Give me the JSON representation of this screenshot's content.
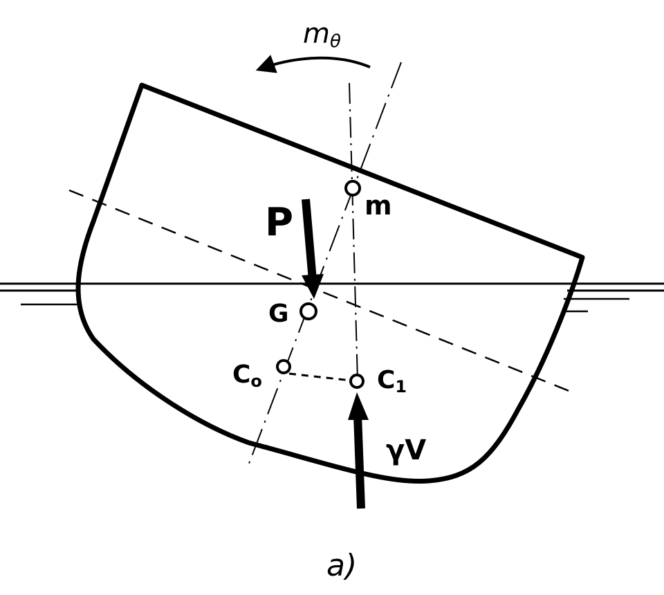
{
  "diagram": {
    "moment_label": "m",
    "moment_subscript": "θ",
    "metacenter_label": "m",
    "weight_label": "P",
    "gravity_center_label": "G",
    "buoyancy_center_initial_label": "C",
    "buoyancy_center_initial_subscript": "o",
    "buoyancy_center_heeled_label": "C",
    "buoyancy_center_heeled_subscript": "1",
    "buoyancy_force_label": "γV",
    "caption": "a)"
  },
  "colors": {
    "ink": "#000000",
    "background": "#ffffff"
  }
}
